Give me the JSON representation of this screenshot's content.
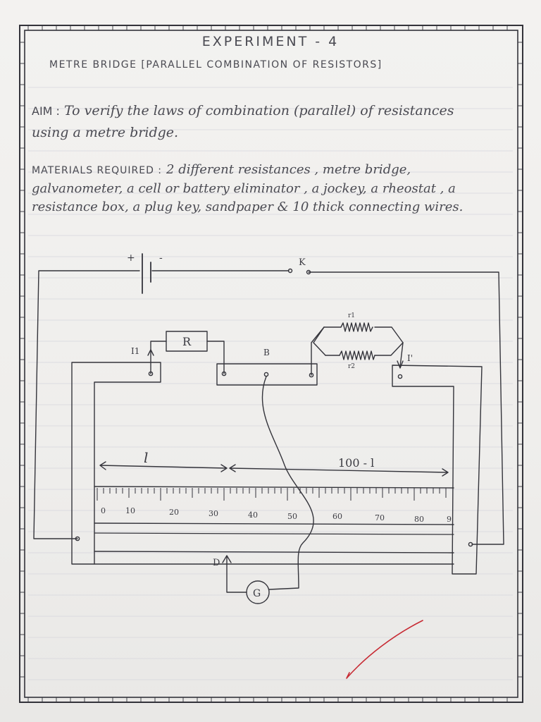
{
  "header": {
    "title": "EXPERIMENT - 4",
    "subtitle": "METRE BRIDGE [PARALLEL COMBINATION OF RESISTORS]"
  },
  "aim": {
    "label": "AIM :",
    "text": "To verify the laws of combination (parallel) of resistances using a metre bridge."
  },
  "materials": {
    "label": "MATERIALS REQUIRED :",
    "text": "2 different resistances , metre bridge, galvanometer, a cell or battery eliminator , a jockey, a rheostat , a resistance box, a plug key, sandpaper & 10 thick connecting wires."
  },
  "diagram": {
    "battery_plus": "+",
    "battery_minus": "-",
    "key_label": "K",
    "resistor_label": "R",
    "r1_label": "r1",
    "r2_label": "r2",
    "left_terminal_label": "I1",
    "right_terminal_label": "I'",
    "middle_terminal_label": "B",
    "jockey_label": "D",
    "galvanometer_label": "G",
    "left_length_label": "l",
    "right_length_label": "100 - l",
    "scale_numbers": [
      "0",
      "10",
      "20",
      "30",
      "40",
      "50",
      "60",
      "70",
      "80",
      "9"
    ]
  }
}
